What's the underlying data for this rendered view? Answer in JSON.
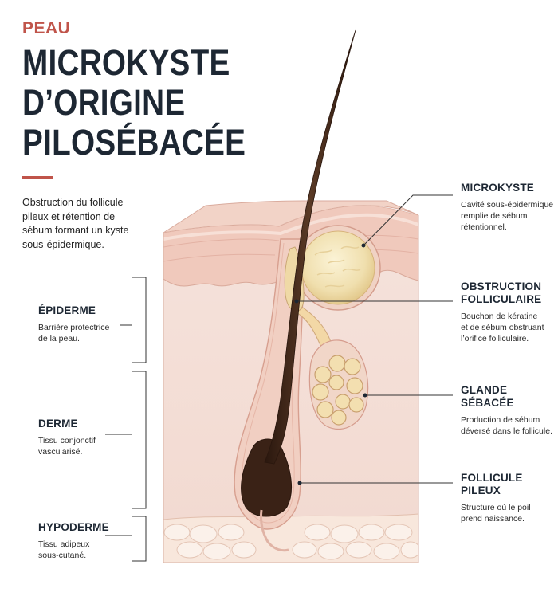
{
  "header": {
    "kicker": "PEAU",
    "title_lines": [
      "MICROKYSTE",
      "D’ORIGINE",
      "PILOSÉBACÉE"
    ],
    "intro_lines": [
      "Obstruction du follicule",
      "pileux et rétention de",
      "sébum formant un kyste",
      "sous-épidermique."
    ]
  },
  "layers": [
    {
      "id": "epiderme",
      "title": "ÉPIDERME",
      "desc_lines": [
        "Barrière protectrice",
        "de la peau."
      ]
    },
    {
      "id": "derme",
      "title": "DERME",
      "desc_lines": [
        "Tissu conjonctif",
        "vascularisé."
      ]
    },
    {
      "id": "hypoderme",
      "title": "HYPODERME",
      "desc_lines": [
        "Tissu adipeux",
        "sous-cutané."
      ]
    }
  ],
  "callouts": [
    {
      "id": "microkyste",
      "title_lines": [
        "MICROKYSTE"
      ],
      "desc_lines": [
        "Cavité sous-épidermique",
        "remplie de sébum",
        "rétentionnel."
      ]
    },
    {
      "id": "obstruction",
      "title_lines": [
        "OBSTRUCTION",
        "FOLLICULAIRE"
      ],
      "desc_lines": [
        "Bouchon de kératine",
        "et de sébum obstruant",
        "l’orifice folliculaire."
      ]
    },
    {
      "id": "glande",
      "title_lines": [
        "GLANDE",
        "SÉBACÉE"
      ],
      "desc_lines": [
        "Production de sébum",
        "déversé dans le follicule."
      ]
    },
    {
      "id": "follicule",
      "title_lines": [
        "FOLLICULE",
        "PILEUX"
      ],
      "desc_lines": [
        "Structure où le poil",
        "prend naissance."
      ]
    }
  ],
  "colors": {
    "accent": "#c0544a",
    "ink": "#1d2733",
    "skin": "#f6dcd2",
    "dermis": "#f3ddd5",
    "hair": "#3b2418",
    "cyst": "#f1e3b8",
    "fat": "#fbf1ea"
  }
}
